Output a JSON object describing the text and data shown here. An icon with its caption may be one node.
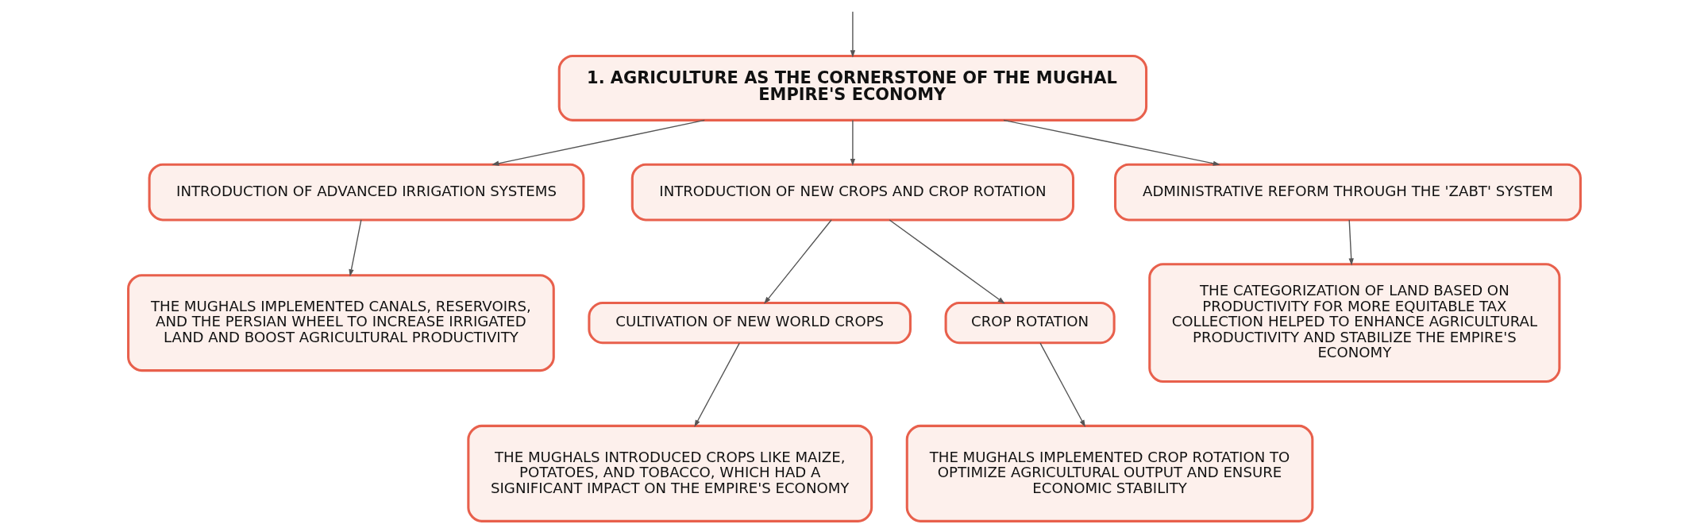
{
  "diagram": {
    "nodes": [
      {
        "text": [
          "1. AGRICULTURE AS THE CORNERSTONE OF THE MUGHAL EMPIRE'S ECONOMY"
        ]
      },
      {
        "text": [
          "INTRODUCTION OF ADVANCED IRRIGATION SYSTEMS"
        ]
      },
      {
        "text": [
          "INTRODUCTION OF NEW CROPS AND CROP ROTATION"
        ]
      },
      {
        "text": [
          "ADMINISTRATIVE REFORM THROUGH THE 'ZABT' SYSTEM"
        ]
      },
      {
        "text": [
          "THE MUGHALS IMPLEMENTED CANALS, RESERVOIRS, AND THE PERSIAN WHEEL TO INCREASE IRRIGATED LAND AND BOOST AGRICULTURAL PRODUCTIVITY"
        ]
      },
      {
        "text": [
          "CULTIVATION OF NEW WORLD CROPS"
        ]
      },
      {
        "text": [
          "CROP ROTATION"
        ]
      },
      {
        "text": [
          "THE MUGHALS INTRODUCED CROPS LIKE MAIZE, POTATOES, AND TOBACCO, WHICH HAD A SIGNIFICANT IMPACT ON THE EMPIRE'S ECONOMY"
        ]
      },
      {
        "text": [
          "THE MUGHALS IMPLEMENTED CROP ROTATION TO OPTIMIZE AGRICULTURAL OUTPUT AND ENSURE ECONOMIC STABILITY"
        ]
      },
      {
        "text": [
          "THE CATEGORIZATION OF LAND BASED ON PRODUCTIVITY FOR MORE EQUITABLE TAX COLLECTION HELPED TO ENHANCE AGRICULTURAL PRODUCTIVITY AND STABILIZE THE EMPIRE'S ECONOMY"
        ]
      }
    ],
    "edges": [
      {
        "from": null,
        "to": 0,
        "arrow": "to"
      },
      {
        "from": 0,
        "to": 1,
        "arrow": "to"
      },
      {
        "from": 0,
        "to": 2,
        "arrow": "to"
      },
      {
        "from": 0,
        "to": 3,
        "arrow": "to"
      },
      {
        "from": 1,
        "to": 4,
        "arrow": "to"
      },
      {
        "from": 2,
        "to": 5,
        "arrow": "to"
      },
      {
        "from": 2,
        "to": 6,
        "arrow": "to"
      },
      {
        "from": 5,
        "to": 7,
        "arrow": "to"
      },
      {
        "from": 6,
        "to": 8,
        "arrow": "to"
      },
      {
        "from": 3,
        "to": 9,
        "arrow": "to"
      }
    ]
  }
}
